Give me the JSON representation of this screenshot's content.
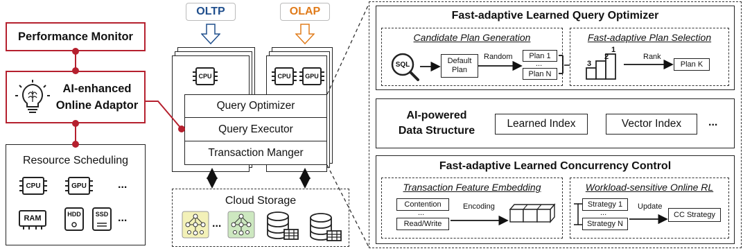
{
  "workloads": {
    "oltp": "OLTP",
    "olap": "OLAP"
  },
  "left": {
    "performance_monitor": "Performance Monitor",
    "adaptor_line1": "AI-enhanced",
    "adaptor_line2": "Online Adaptor",
    "resource_scheduling": "Resource Scheduling",
    "cpu": "CPU",
    "gpu": "GPU",
    "ram": "RAM",
    "hdd": "HDD",
    "ssd": "SSD",
    "ellipsis": "..."
  },
  "node": {
    "cpu": "CPU",
    "gpu": "GPU",
    "query_optimizer": "Query Optimizer",
    "query_executor": "Query Executor",
    "transaction_manager": "Transaction Manger"
  },
  "storage": {
    "title": "Cloud Storage",
    "ellipsis": "..."
  },
  "qo": {
    "title": "Fast-adaptive Learned Query Optimizer",
    "candidate_title": "Candidate Plan Generation",
    "sql": "SQL",
    "default_plan_1": "Default",
    "default_plan_2": "Plan",
    "random": "Random",
    "plan1": "Plan 1",
    "dots": "...",
    "planN": "Plan N",
    "selection_title": "Fast-adaptive Plan Selection",
    "rank": "Rank",
    "planK": "Plan K",
    "podium1": "1",
    "podium2": "2",
    "podium3": "3"
  },
  "ds": {
    "title_line1": "AI-powered",
    "title_line2": "Data Structure",
    "learned_index": "Learned Index",
    "vector_index": "Vector Index",
    "ellipsis": "..."
  },
  "cc": {
    "title": "Fast-adaptive Learned Concurrency Control",
    "embedding_title": "Transaction Feature Embedding",
    "contention": "Contention",
    "dots": "...",
    "read_write": "Read/Write",
    "encoding": "Encoding",
    "rl_title": "Workload-sensitive Online RL",
    "strategy1": "Strategy 1",
    "strategyN": "Strategy N",
    "update": "Update",
    "cc_strategy": "CC Strategy"
  },
  "colors": {
    "accent_red": "#b5202e",
    "oltp_blue": "#1f4e8c",
    "olap_orange": "#e07b1a",
    "model_yellow": "#f3f1b8",
    "model_green": "#cde8c0"
  }
}
